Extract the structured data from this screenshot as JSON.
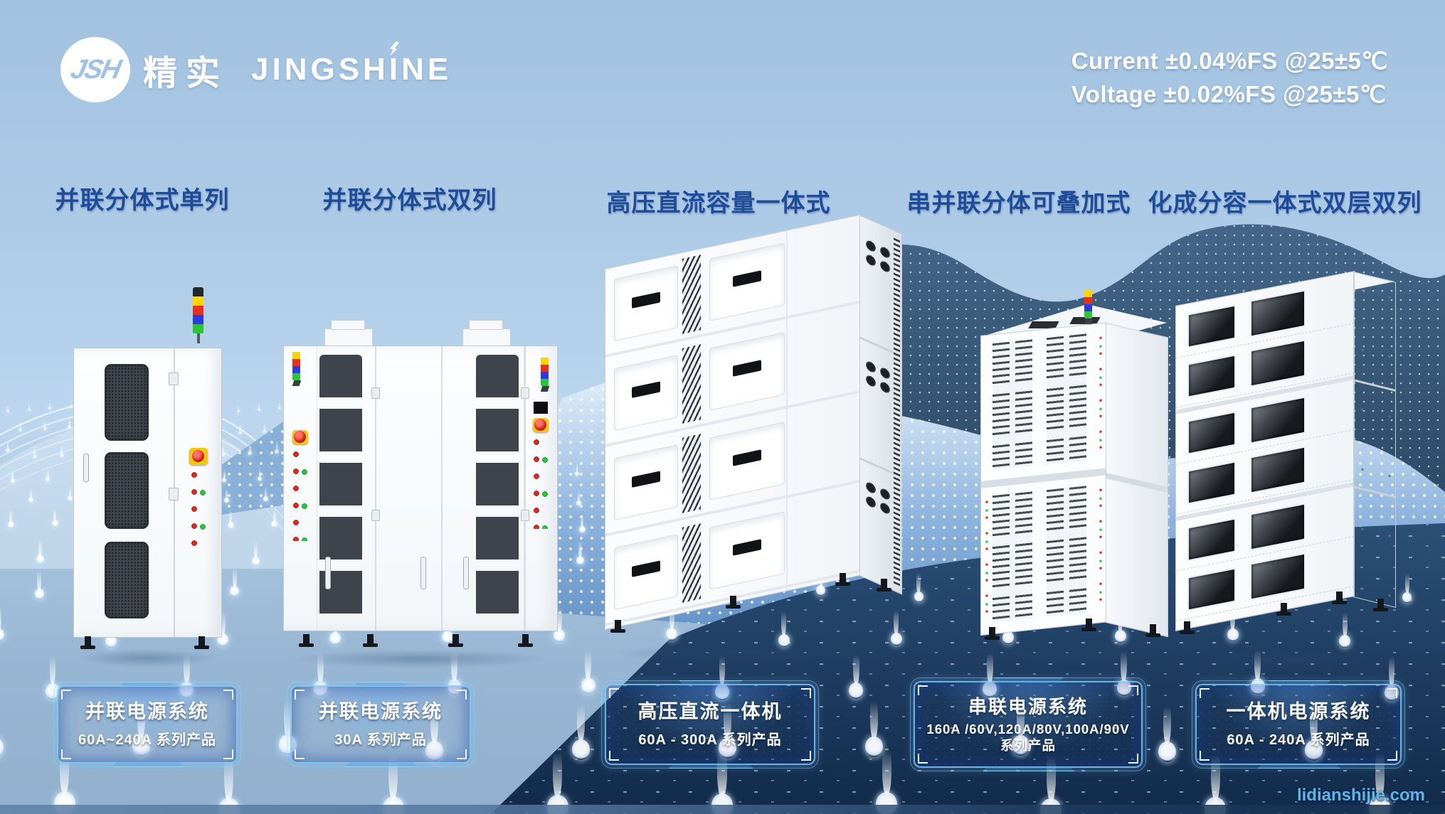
{
  "logo": {
    "monogram": "JSH",
    "cn": "精实",
    "en_pre": "JINGSH",
    "en_bolt_letter": "I",
    "en_post": "NE"
  },
  "specs": {
    "line1": "Current ±0.04%FS  @25±5℃",
    "line2": "Voltage ±0.02%FS  @25±5℃"
  },
  "columns": [
    {
      "title": "并联分体式单列",
      "plate": {
        "title": "并联电源系统",
        "subtitle": "60A~240A 系列产品"
      }
    },
    {
      "title": "并联分体式双列",
      "plate": {
        "title": "并联电源系统",
        "subtitle": "30A 系列产品"
      }
    },
    {
      "title": "高压直流容量一体式",
      "plate": {
        "title": "高压直流一体机",
        "subtitle": "60A - 300A 系列产品"
      }
    },
    {
      "title": "串并联分体可叠加式",
      "plate": {
        "title": "串联电源系统",
        "subtitle": "160A /60V,120A/80V,100A/90V",
        "subtitle2": "系列产品"
      }
    },
    {
      "title": "化成分容一体式双层双列",
      "plate": {
        "title": "一体机电源系统",
        "subtitle": "60A - 240A 系列产品"
      }
    }
  ],
  "watermark": "lidianshijie.com",
  "colors": {
    "header_text": "#1d4d99",
    "plate_fill": "#132f73",
    "plate_frame": "#7fd0f4",
    "watermark": "#5cb5e4",
    "tower_yellow": "#ffd400",
    "tower_red": "#e63022",
    "tower_blue": "#2a3cdc",
    "tower_green": "#2ec43a",
    "estop_red": "#d41f1f",
    "estop_yellow": "#f2c70f"
  }
}
